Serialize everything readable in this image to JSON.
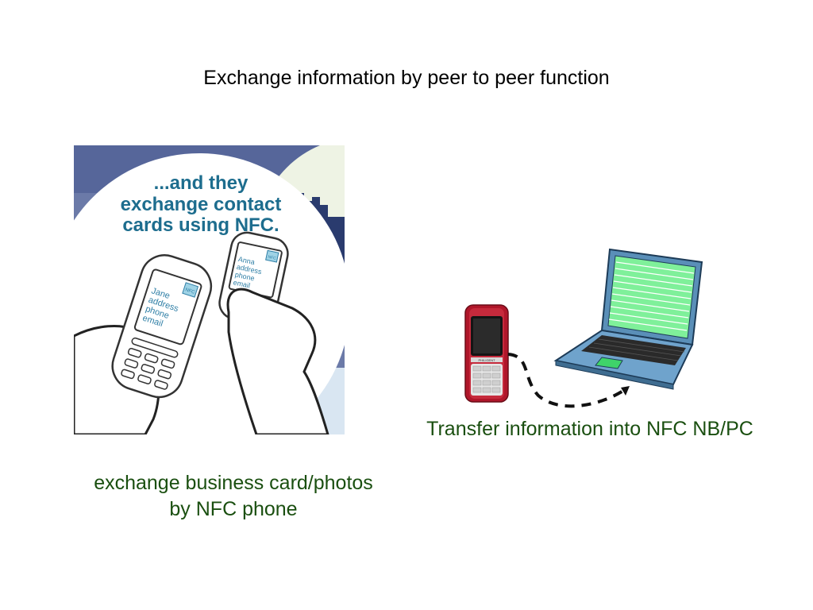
{
  "slide": {
    "title": "Exchange information by peer to peer function"
  },
  "illustration": {
    "headline": [
      "...and they",
      "exchange contact",
      "cards using NFC."
    ],
    "phone_left": {
      "badge": "NFC",
      "lines": [
        "Jane",
        "address",
        "phone",
        "email"
      ]
    },
    "phone_right": {
      "badge": "NFC",
      "lines": [
        "Anna",
        "address",
        "phone",
        "email"
      ]
    },
    "colors": {
      "circle_fill": "#ffffff",
      "background": "#6b7aa8",
      "accent_text": "#2f7fa6",
      "headline_text": "#1d6d8e",
      "sky": "#d9e6f2"
    }
  },
  "devices": {
    "phone_brand": "PHILIGENT",
    "phone_color": "#b0162a",
    "laptop_screen_color": "#7ff09a",
    "laptop_body_color": "#5a8fb8"
  },
  "captions": {
    "left": [
      "exchange business card/photos",
      "by NFC phone"
    ],
    "right": "Transfer information into NFC NB/PC"
  }
}
